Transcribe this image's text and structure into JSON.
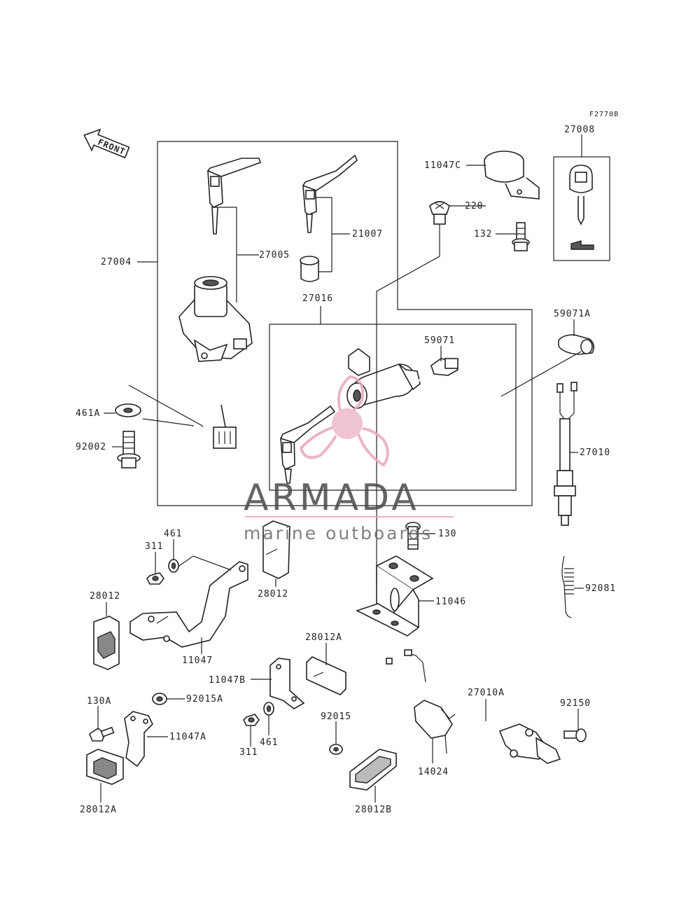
{
  "drawing_ref": "F2770B",
  "direction_label": "FRONT",
  "watermark": {
    "brand": "ARMADA",
    "tagline": "marine outboards",
    "accent_color": "#e8a7c0"
  },
  "callouts": [
    "27008",
    "11047C",
    "220",
    "132",
    "27004",
    "27005",
    "21007",
    "27016",
    "59071A",
    "59071",
    "461A",
    "92002",
    "27010",
    "461",
    "311",
    "130",
    "28012",
    "28012",
    "92081",
    "11046",
    "11047",
    "28012A",
    "27010A",
    "11047B",
    "130A",
    "92015A",
    "92150",
    "92015",
    "11047A",
    "461",
    "311",
    "14024",
    "28012A",
    "28012B"
  ]
}
